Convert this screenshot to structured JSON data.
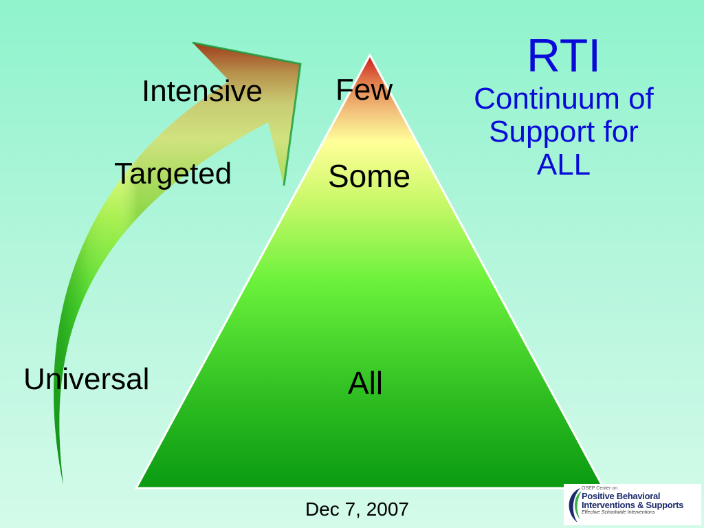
{
  "tiers": {
    "intensive": "Intensive",
    "targeted": "Targeted",
    "universal": "Universal"
  },
  "portions": {
    "few": "Few",
    "some": "Some",
    "all": "All"
  },
  "title": {
    "main": "RTI",
    "line1": "Continuum of",
    "line2": "Support for",
    "line3": "ALL"
  },
  "footer": {
    "date": "Dec 7, 2007"
  },
  "logo": {
    "small_text": "OSEP Center on",
    "line1": "Positive Behavioral",
    "line2": "Interventions & Supports",
    "tagline": "Effective Schoolwide Interventions"
  },
  "colors": {
    "title": "#0a0ad8",
    "green_base": "#0a9c14",
    "green_light": "#6cf23c",
    "yellow": "#ffff99",
    "orange": "#e8a060",
    "red": "#cc2020"
  },
  "icons": [
    "curved-arrow-icon",
    "pyramid-icon",
    "pbis-logo-icon"
  ]
}
